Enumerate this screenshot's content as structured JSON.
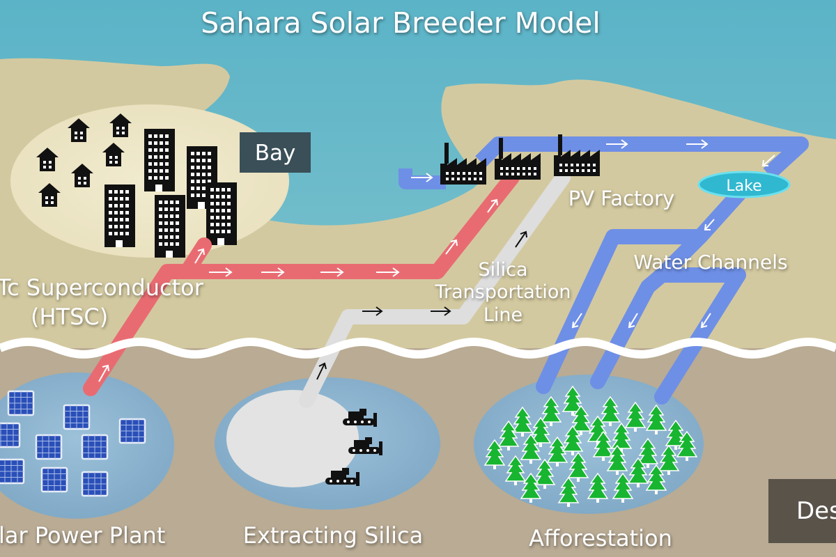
{
  "title": "Sahara Solar Breeder Model",
  "labels": {
    "bay": "Bay",
    "pv_factory": "PV Factory",
    "lake": "Lake",
    "water_channels": "Water Channels",
    "silica_line_1": "Silica",
    "silica_line_2": "Transportation",
    "silica_line_3": "Line",
    "htsc_line_1": "Tc Superconductor",
    "htsc_line_2": "(HTSC)",
    "solar_plant": "lar Power Plant",
    "extracting_silica": "Extracting Silica",
    "afforestation": "Afforestation",
    "desert": "Des"
  },
  "colors": {
    "sea": "#5fb2c6",
    "sand": "#d3c9a0",
    "ground": "#b9ab94",
    "htsc": "#e96b72",
    "silica": "#dedede",
    "water": "#6e8fe6",
    "panel": "#1f3fa0",
    "tree": "#17b233"
  },
  "icons": {
    "house": "house-icon",
    "building": "building-icon",
    "factory": "factory-icon",
    "solar_panel": "solar-panel-icon",
    "bulldozer": "bulldozer-icon",
    "tree": "tree-icon",
    "arrow": "arrow-icon"
  }
}
